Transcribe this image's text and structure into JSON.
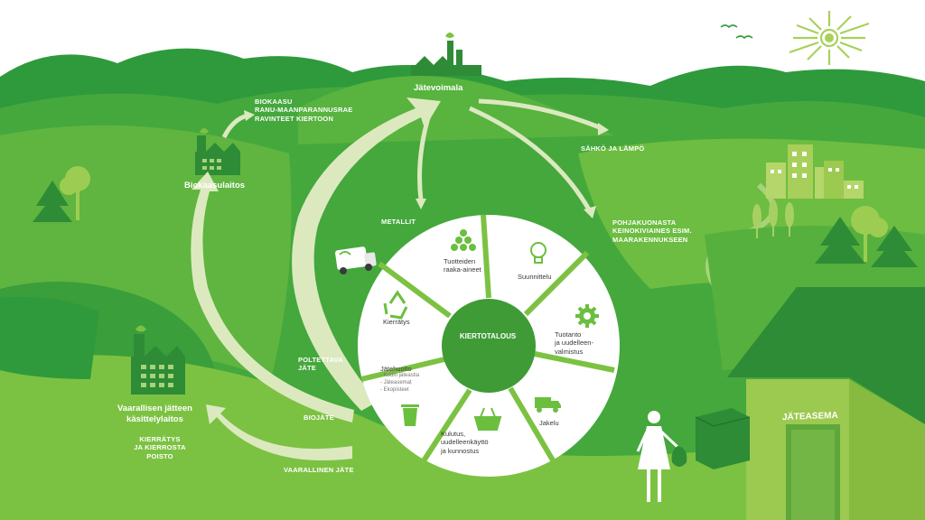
{
  "title": "Jätevoimala",
  "center": "KIERTOTALOUS",
  "segments": {
    "raaka_aineet": [
      "Tuotteiden",
      "raaka-aineet"
    ],
    "suunnittelu": "Suunnittelu",
    "tuotanto": [
      "Tuotanto",
      "ja uudelleen-",
      "valmistus"
    ],
    "jakelu": "Jakelu",
    "kulutus": [
      "Kulutus,",
      "uudelleenkäyttö",
      "ja kunnostus"
    ],
    "jatehuolto": {
      "title": "Jätehuolto",
      "items": [
        "- Kodin jäteastia",
        "- Jäteasemat",
        "- Ekopisteet"
      ]
    },
    "kierratys": "Kierrätys"
  },
  "sites": {
    "biokaasulaitos": "Biokaasulaitos",
    "vaarallinen": [
      "Vaarallisen jätteen",
      "käsittelylaitos"
    ],
    "jateasema": "JÄTEASEMA"
  },
  "captions": {
    "biokaasu": [
      "BIOKAASU",
      "RANU-MAANPARANNUSRAE",
      "RAVINTEET KIERTOON"
    ],
    "sahko": "SÄHKÖ JA LÄMPÖ",
    "metallit": "METALLIT",
    "pohjakuona": [
      "POHJAKUONASTA",
      "KEINOKIVIAINES ESIM.",
      "MAARAKENNUKSEEN"
    ],
    "poltettava": [
      "POLTETTAVA",
      "JÄTE"
    ],
    "biojate": "BIOJÄTE",
    "vaarallinen_jate": "VAARALLINEN JÄTE",
    "kierratys_poisto": [
      "KIERRÄTYS",
      "JA KIERROSTA",
      "POISTO"
    ]
  },
  "colors": {
    "sky": "#ffffff",
    "hill_dark": "#2f9a3c",
    "hill_mid": "#4fae3d",
    "hill_light": "#7cc242",
    "arrow": "#dce9bf",
    "ring_icon": "#6abf3f",
    "center_circle": "#3f9b35"
  },
  "icons": [
    "factory-icon",
    "tree-icon",
    "sun-icon",
    "bird-icon",
    "truck-icon",
    "pyramid-icon",
    "lightbulb-icon",
    "gear-icon",
    "delivery-truck-icon",
    "basket-icon",
    "trash-bin-icon",
    "recycle-icon",
    "person-icon"
  ]
}
